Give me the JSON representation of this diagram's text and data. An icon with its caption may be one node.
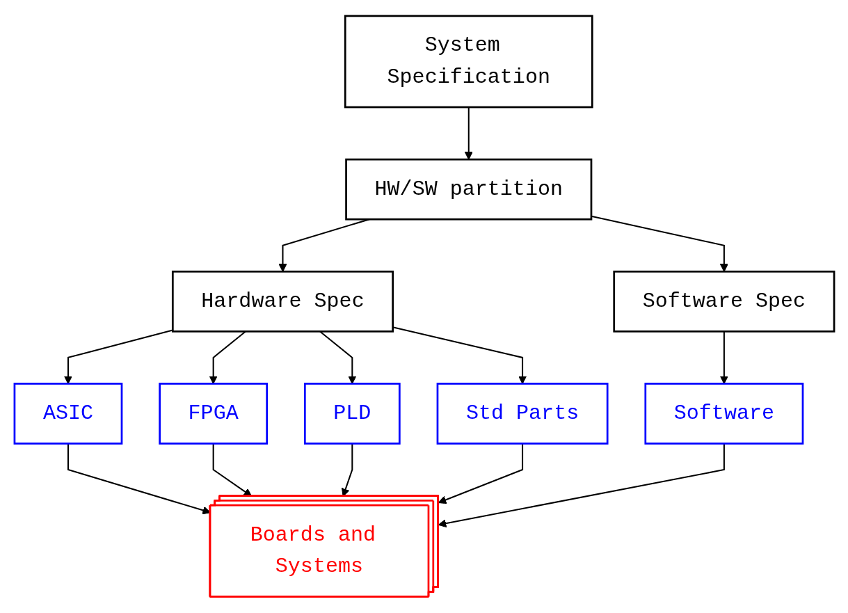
{
  "diagram": {
    "nodes": [
      {
        "text": [
          "System Specification"
        ]
      },
      {
        "text": [
          "HW/SW partition"
        ]
      },
      {
        "text": [
          "Hardware Spec"
        ]
      },
      {
        "text": [
          "Software Spec"
        ]
      },
      {
        "text": [
          "ASIC"
        ]
      },
      {
        "text": [
          "FPGA"
        ]
      },
      {
        "text": [
          "PLD"
        ]
      },
      {
        "text": [
          "Std Parts"
        ]
      },
      {
        "text": [
          "Boards and Systems"
        ]
      },
      {
        "text": [
          "Software"
        ]
      }
    ],
    "edges": [
      {
        "from": 0,
        "to": 1,
        "arrow": "to"
      },
      {
        "from": 1,
        "to": 2,
        "arrow": "to"
      },
      {
        "from": 1,
        "to": 3,
        "arrow": "to"
      },
      {
        "from": 2,
        "to": 4,
        "arrow": "to"
      },
      {
        "from": 2,
        "to": 5,
        "arrow": "to"
      },
      {
        "from": 2,
        "to": 6,
        "arrow": "to"
      },
      {
        "from": 2,
        "to": 7,
        "arrow": "to"
      },
      {
        "from": 4,
        "to": 8,
        "arrow": "to"
      },
      {
        "from": 5,
        "to": 8,
        "arrow": "to"
      },
      {
        "from": 6,
        "to": 8,
        "arrow": "to"
      },
      {
        "from": 7,
        "to": 8,
        "arrow": "to"
      },
      {
        "from": 3,
        "to": 9,
        "arrow": "to"
      },
      {
        "from": 9,
        "to": 8,
        "arrow": "to"
      }
    ]
  }
}
